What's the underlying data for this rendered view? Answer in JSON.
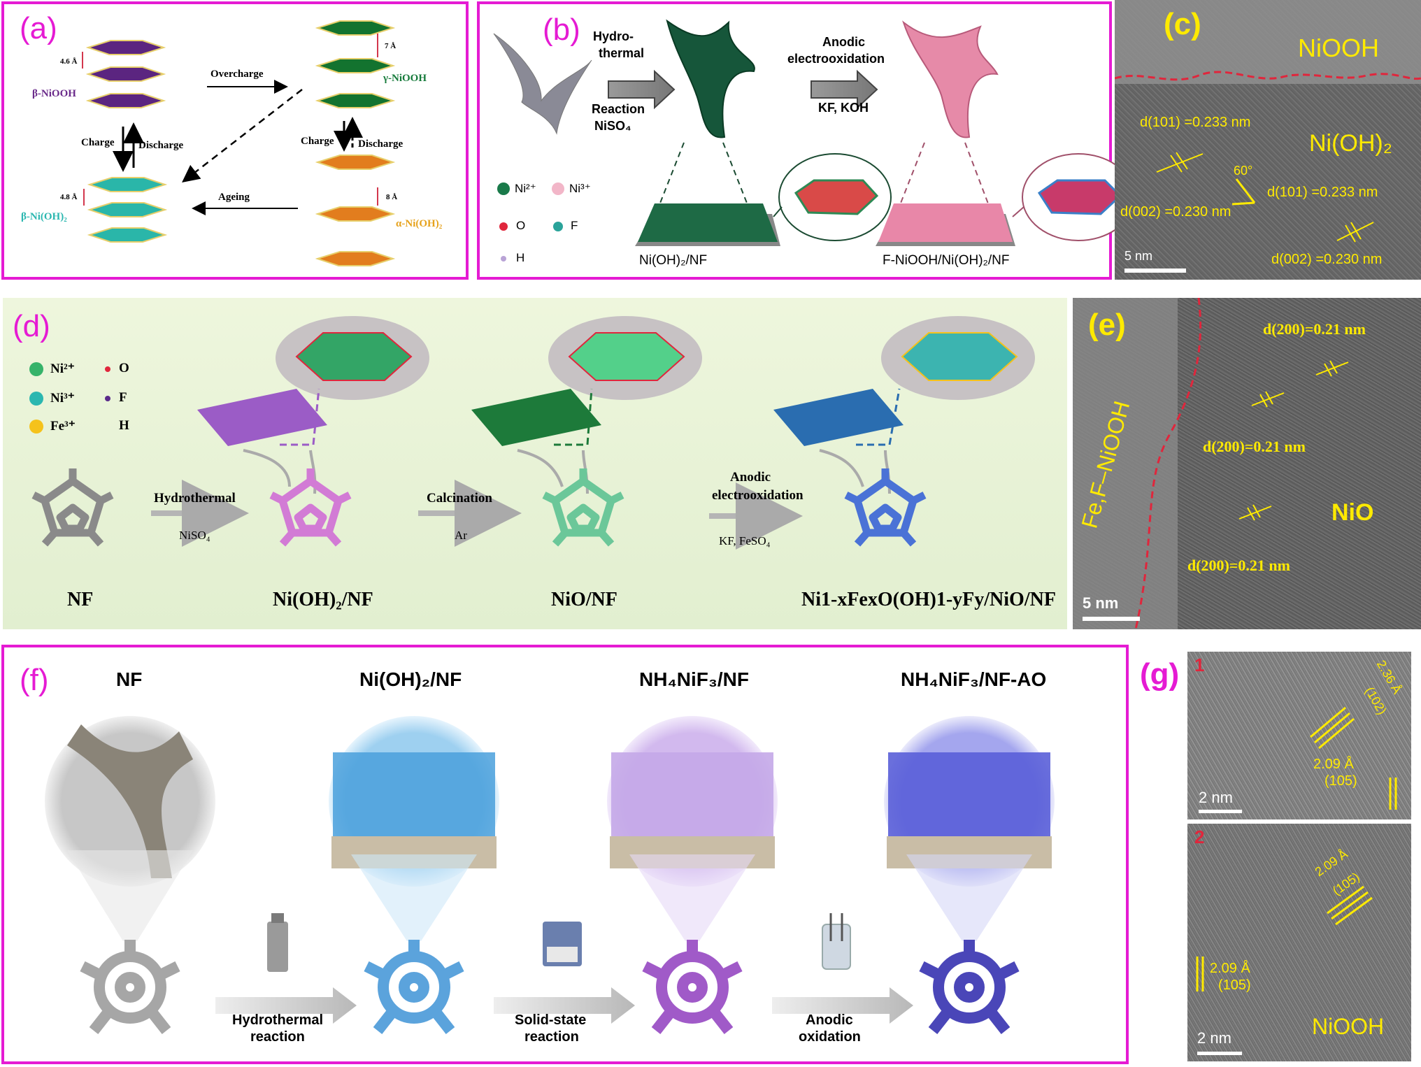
{
  "colors": {
    "frame": "#e51bd3",
    "label_yellow": "#ffea00",
    "ni2": "#1a7a4a",
    "ni3": "#f2b6c8",
    "fe3": "#f5c21b",
    "beta": "#6a2a8a",
    "gamma": "#157a3a",
    "alpha": "#e27d1e",
    "betaOH": "#2bb7b0"
  },
  "panel_a": {
    "label": "(a)",
    "beta_niooh": "β-NiOOH",
    "gamma_niooh": "γ-NiOOH",
    "beta_nioh2": "β-Ni(OH)₂",
    "alpha_nioh2": "α-Ni(OH)₂",
    "d_beta_niooh": "4.6 Å",
    "d_gamma": "7 Å",
    "d_beta_nioh2": "4.8 Å",
    "d_alpha": "8 Å",
    "overcharge": "Overcharge",
    "ageing": "Ageing",
    "charge_left": "Charge",
    "discharge_left": "Discharge",
    "charge_right": "Charge",
    "discharge_right": "Discharge"
  },
  "panel_b": {
    "label": "(b)",
    "step1": [
      "Hydro-",
      "thermal"
    ],
    "step1_sub": [
      "Reaction",
      "NiSO₄"
    ],
    "step2": [
      "Anodic",
      "electrooxidation"
    ],
    "step2_sub": "KF, KOH",
    "leg_ni2": "Ni²⁺",
    "leg_ni3": "Ni³⁺",
    "leg_o": "O",
    "leg_f": "F",
    "leg_h": "H",
    "cap1": "Ni(OH)₂/NF",
    "cap2": "F-NiOOH/Ni(OH)₂/NF"
  },
  "panel_c": {
    "label": "(c)",
    "niooh": "NiOOH",
    "nioh2": "Ni(OH)₂",
    "d1": "d(101) =0.233 nm",
    "d2": "d(101) =0.233 nm",
    "d3": "d(002) =0.230 nm",
    "d4": "d(002) =0.230 nm",
    "angle": "60°",
    "scale": "5 nm"
  },
  "panel_d": {
    "label": "(d)",
    "leg_ni2": "Ni²⁺",
    "leg_ni3": "Ni³⁺",
    "leg_fe3": "Fe³⁺",
    "leg_o": "O",
    "leg_f": "F",
    "leg_h": "H",
    "step1": "Hydrothermal",
    "step1_sub": "NiSO₄",
    "step2": "Calcination",
    "step2_sub": "Ar",
    "step3": [
      "Anodic",
      "electrooxidation"
    ],
    "step3_sub": "KF, FeSO₄",
    "cap_nf": "NF",
    "cap_nioh2": "Ni(OH)₂/NF",
    "cap_nio": "NiO/NF",
    "cap_final": "Ni1-xFexO(OH)1-yFy/NiO/NF"
  },
  "panel_e": {
    "label": "(e)",
    "fef": "Fe,F–NiOOH",
    "d1": "d(200)=0.21 nm",
    "d2": "d(200)=0.21 nm",
    "d3": "d(200)=0.21 nm",
    "nio": "NiO",
    "scale": "5 nm"
  },
  "panel_f": {
    "label": "(f)",
    "t_nf": "NF",
    "t_nioh2": "Ni(OH)₂/NF",
    "t_nh4_nf": "NH₄NiF₃/NF",
    "t_nh4_ao": "NH₄NiF₃/NF-AO",
    "step1": [
      "Hydrothermal",
      "reaction"
    ],
    "step2": [
      "Solid-state",
      "reaction"
    ],
    "step3": [
      "Anodic",
      "oxidation"
    ]
  },
  "panel_g": {
    "label": "(g)",
    "n1": "1",
    "n2": "2",
    "a_d1": "2.36 Å",
    "a_h1": "(102)",
    "a_d2": "2.09 Å",
    "a_h2": "(105)",
    "b_d1": "2.09 Å",
    "b_h1": "(105)",
    "b_d2": "2.09 Å",
    "b_h2": "(105)",
    "niooh": "NiOOH",
    "scale1": "2 nm",
    "scale2": "2 nm"
  }
}
